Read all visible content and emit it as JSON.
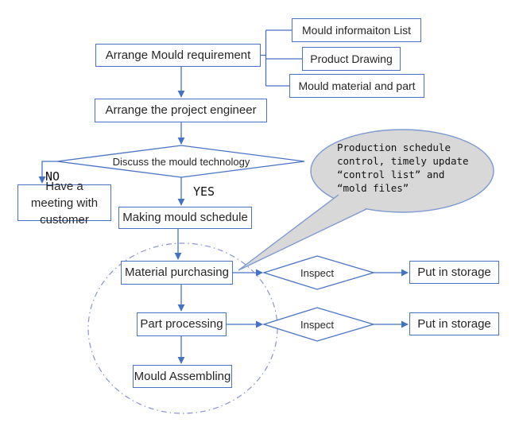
{
  "diagram": "mould-manufacturing-flowchart",
  "colors": {
    "box_border": "#4a72c4",
    "connector": "#4472c4",
    "callout_fill": "#d8d8d8",
    "callout_border": "#7d9ad2",
    "dashed_circle": "#8a92d4",
    "text": "#262626",
    "background": "#ffffff"
  },
  "boxes": {
    "arrange_mould_requirement": "Arrange Mould requirement",
    "mould_information_list": "Mould informaiton List",
    "product_drawing": "Product Drawing",
    "mould_material_and_part": "Mould material and part",
    "arrange_project_engineer": "Arrange the project engineer",
    "have_meeting_with_customer": "Have a meeting with customer",
    "making_mould_schedule": "Making mould schedule",
    "material_purchasing": "Material purchasing",
    "part_processing": "Part processing",
    "mould_assembling": "Mould Assembling",
    "put_in_storage_top": "Put in storage",
    "put_in_storage_bottom": "Put in storage"
  },
  "decisions": {
    "discuss_mould_technology": "Discuss the mould technology",
    "inspect_top": "Inspect",
    "inspect_bottom": "Inspect"
  },
  "branch_labels": {
    "no": "NO",
    "yes": "YES"
  },
  "callout": {
    "text": "Production schedule\ncontrol, timely update\n“control list” and\n“mold files”"
  }
}
